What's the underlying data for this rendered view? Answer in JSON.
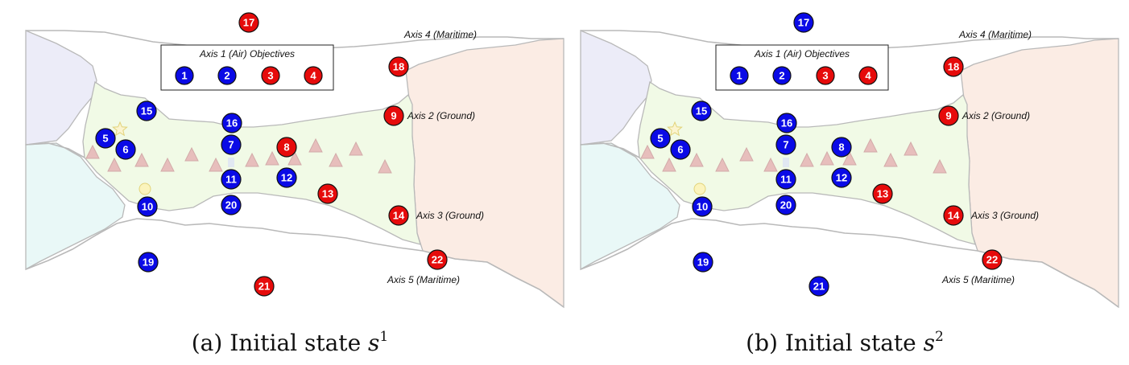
{
  "colors": {
    "blue": "#0a0ae6",
    "red": "#e60b0b",
    "ground": "#f1fae6",
    "maritime_east": "#fbece4",
    "west_upper": "#ececf8",
    "west_lower": "#e9f8f7",
    "border": "#b9b9b9",
    "terrain_marker": "#e6b8b8"
  },
  "legend": {
    "title": "Axis 1 (Air) Objectives",
    "items": [
      {
        "id": "1",
        "side": "blue"
      },
      {
        "id": "2",
        "side": "blue"
      },
      {
        "id": "3",
        "side": "red"
      },
      {
        "id": "4",
        "side": "red"
      }
    ]
  },
  "axis_labels": {
    "axis4": "Axis 4 (Maritime)",
    "axis2": "Axis 2 (Ground)",
    "axis3": "Axis 3 (Ground)",
    "axis5": "Axis 5 (Maritime)"
  },
  "panels": [
    {
      "caption_prefix": "(a) Initial state ",
      "caption_var": "s",
      "caption_sup": "1",
      "nodes": [
        {
          "id": "5",
          "side": "blue"
        },
        {
          "id": "6",
          "side": "blue"
        },
        {
          "id": "7",
          "side": "blue"
        },
        {
          "id": "8",
          "side": "red"
        },
        {
          "id": "9",
          "side": "red"
        },
        {
          "id": "10",
          "side": "blue"
        },
        {
          "id": "11",
          "side": "blue"
        },
        {
          "id": "12",
          "side": "blue"
        },
        {
          "id": "13",
          "side": "red"
        },
        {
          "id": "14",
          "side": "red"
        },
        {
          "id": "15",
          "side": "blue"
        },
        {
          "id": "16",
          "side": "blue"
        },
        {
          "id": "17",
          "side": "red"
        },
        {
          "id": "18",
          "side": "red"
        },
        {
          "id": "19",
          "side": "blue"
        },
        {
          "id": "20",
          "side": "blue"
        },
        {
          "id": "21",
          "side": "red"
        },
        {
          "id": "22",
          "side": "red"
        }
      ]
    },
    {
      "caption_prefix": "(b) Initial state ",
      "caption_var": "s",
      "caption_sup": "2",
      "nodes": [
        {
          "id": "5",
          "side": "blue"
        },
        {
          "id": "6",
          "side": "blue"
        },
        {
          "id": "7",
          "side": "blue"
        },
        {
          "id": "8",
          "side": "blue"
        },
        {
          "id": "9",
          "side": "red"
        },
        {
          "id": "10",
          "side": "blue"
        },
        {
          "id": "11",
          "side": "blue"
        },
        {
          "id": "12",
          "side": "blue"
        },
        {
          "id": "13",
          "side": "red"
        },
        {
          "id": "14",
          "side": "red"
        },
        {
          "id": "15",
          "side": "blue"
        },
        {
          "id": "16",
          "side": "blue"
        },
        {
          "id": "17",
          "side": "blue"
        },
        {
          "id": "18",
          "side": "red"
        },
        {
          "id": "19",
          "side": "blue"
        },
        {
          "id": "20",
          "side": "blue"
        },
        {
          "id": "21",
          "side": "blue"
        },
        {
          "id": "22",
          "side": "red"
        }
      ]
    }
  ]
}
